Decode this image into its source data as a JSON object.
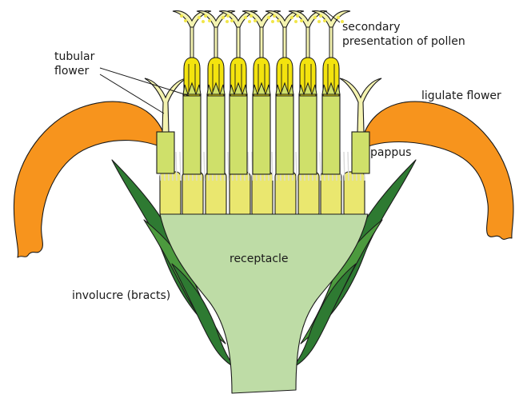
{
  "labels": {
    "secondary_line1": "secondary",
    "secondary_line2": "presentation of pollen",
    "tubular_line1": "tubular",
    "tubular_line2": "flower",
    "ligulate": "ligulate flower",
    "pappus": "pappus",
    "receptacle": "receptacle",
    "involucre": "involucre (bracts)"
  },
  "colors": {
    "ligule_orange": "#F7941D",
    "pappus_yellow": "#EAE76F",
    "corolla_green": "#CFE06A",
    "anther_yellow": "#F3E30E",
    "stigma_pale": "#F4F3B0",
    "pollen_grain": "#F1E64A",
    "receptacle_green": "#BEDCA6",
    "bract_dark": "#2E7A32",
    "bract_light": "#4C9A3E",
    "outline": "#1a1a1a"
  },
  "structure": {
    "tubular_flower_count": 7,
    "ligulate_flower_count": 2
  }
}
